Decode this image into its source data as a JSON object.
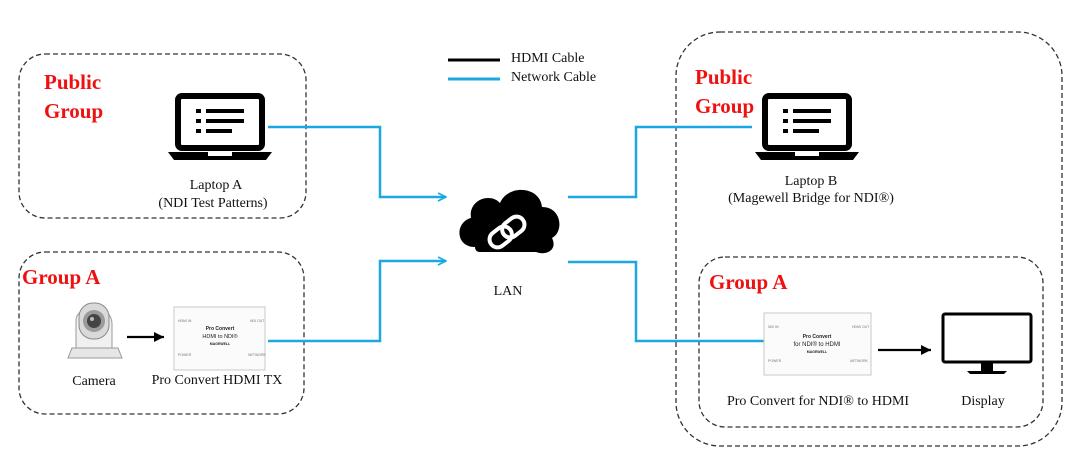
{
  "legend": {
    "hdmi": "HDMI Cable",
    "network": "Network Cable"
  },
  "colors": {
    "hdmi": "#000000",
    "network": "#1aa7e2",
    "group_title": "#ee1111",
    "border": "#333333"
  },
  "groups": {
    "tx_public": {
      "title_line1": "Public",
      "title_line2": "Group"
    },
    "tx_group_a": {
      "title": "Group A"
    },
    "rx_public": {
      "title_line1": "Public",
      "title_line2": "Group"
    },
    "rx_group_a": {
      "title": "Group A"
    }
  },
  "devices": {
    "laptop_a": {
      "name": "Laptop A",
      "detail": "(NDI Test Patterns)"
    },
    "laptop_b": {
      "name": "Laptop B",
      "detail": "(Magewell Bridge for NDI®)"
    },
    "camera": {
      "name": "Camera"
    },
    "encoder": {
      "name": "Pro Convert HDMI TX",
      "face_line1": "Pro Convert",
      "face_line2": "HDMI to NDI®",
      "face_brand": "MAGEWELL"
    },
    "decoder": {
      "name": "Pro Convert for NDI® to HDMI",
      "face_line1": "Pro Convert",
      "face_line2": "for NDI® to HDMI",
      "face_brand": "MAGEWELL"
    },
    "display": {
      "name": "Display"
    },
    "lan": {
      "name": "LAN"
    }
  },
  "icons": [
    "laptop-icon",
    "cloud-link-icon",
    "camera-icon",
    "monitor-icon",
    "arrow-icon"
  ]
}
